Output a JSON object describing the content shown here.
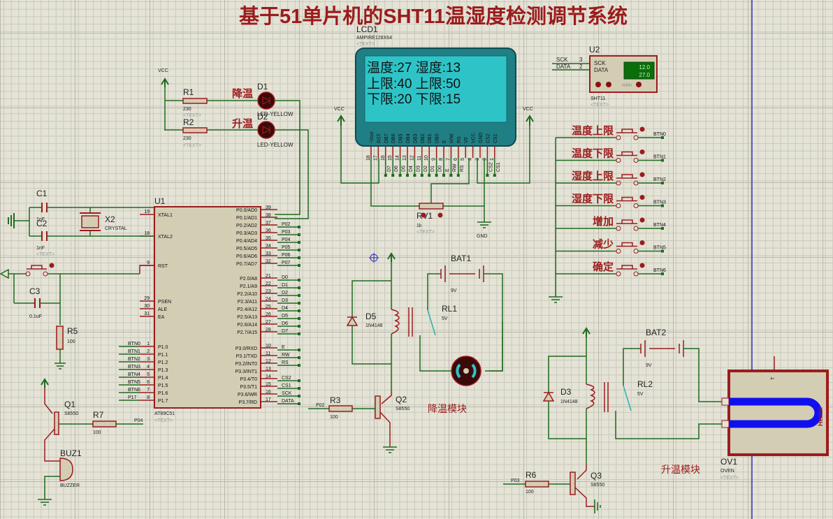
{
  "title": "基于51单片机的SHT11温湿度检测调节系统",
  "colors": {
    "wire": "#1f6b1f",
    "component": "#9b1c1c",
    "body_fill": "#d3cdb4",
    "lcd_bezel": "#1f7f84",
    "lcd_screen": "#2ec4c7",
    "heater": "#1010ee",
    "label_red": "#9b1c1c",
    "blue_rule": "#3030c0"
  },
  "lcd": {
    "ref": "LCD1",
    "model": "AMPIRE128X64",
    "text_placeholder": "<TEXT>",
    "lines": [
      "温度:27 湿度:13",
      "上限:40 上限:50",
      "下限:20 下限:15"
    ],
    "pins": [
      "-Vout",
      "RST",
      "DB7",
      "DB6",
      "DB5",
      "DB4",
      "DB3",
      "DB2",
      "DB1",
      "DB0",
      "E",
      "R/W",
      "RS",
      "V0",
      "VCC",
      "GND",
      "CS2",
      "CS1"
    ],
    "pin_numbers": [
      "18",
      "17",
      "16",
      "15",
      "14",
      "13",
      "12",
      "11",
      "10",
      "9",
      "8",
      "7",
      "6",
      "5",
      "4",
      "3",
      "2",
      "1"
    ],
    "net_labels": [
      "",
      "",
      "D7",
      "D6",
      "D5",
      "D4",
      "D3",
      "D2",
      "D1",
      "D0",
      "E",
      "RW",
      "RS",
      "",
      "",
      "",
      "CS2",
      "CS1"
    ]
  },
  "sensor": {
    "ref": "U2",
    "model": "SHT11",
    "text_placeholder": "<TEXT>",
    "pins": [
      {
        "net": "SCK",
        "num": "3",
        "name": "SCK"
      },
      {
        "net": "DATA",
        "num": "2",
        "name": "DATA"
      }
    ],
    "readout_rh": "12.0",
    "readout_temp": "27.0",
    "unit_label": "%RH"
  },
  "mcu": {
    "ref": "U1",
    "model": "AT89C51",
    "text_placeholder": "<TEXT>",
    "left_pins": [
      {
        "num": "19",
        "name": "XTAL1",
        "net": ""
      },
      {
        "num": "18",
        "name": "XTAL2",
        "net": ""
      },
      {
        "num": "9",
        "name": "RST",
        "net": ""
      },
      {
        "num": "29",
        "name": "PSEN",
        "net": ""
      },
      {
        "num": "30",
        "name": "ALE",
        "net": ""
      },
      {
        "num": "31",
        "name": "EA",
        "net": ""
      },
      {
        "num": "1",
        "name": "P1.0",
        "net": "BTN0"
      },
      {
        "num": "2",
        "name": "P1.1",
        "net": "BTN1"
      },
      {
        "num": "3",
        "name": "P1.2",
        "net": "BTN2"
      },
      {
        "num": "4",
        "name": "P1.3",
        "net": "BTN3"
      },
      {
        "num": "5",
        "name": "P1.4",
        "net": "BTN4"
      },
      {
        "num": "6",
        "name": "P1.5",
        "net": "BTN5"
      },
      {
        "num": "7",
        "name": "P1.6",
        "net": "BTN6"
      },
      {
        "num": "8",
        "name": "P1.7",
        "net": "P17"
      }
    ],
    "right_pins": [
      {
        "num": "39",
        "name": "P0.0/AD0",
        "net": ""
      },
      {
        "num": "38",
        "name": "P0.1/AD1",
        "net": ""
      },
      {
        "num": "37",
        "name": "P0.2/AD2",
        "net": "P02"
      },
      {
        "num": "36",
        "name": "P0.3/AD3",
        "net": "P03"
      },
      {
        "num": "35",
        "name": "P0.4/AD4",
        "net": "P04"
      },
      {
        "num": "34",
        "name": "P0.5/AD5",
        "net": "P05"
      },
      {
        "num": "33",
        "name": "P0.6/AD6",
        "net": "P06"
      },
      {
        "num": "32",
        "name": "P0.7/AD7",
        "net": "P07"
      },
      {
        "num": "21",
        "name": "P2.0/A8",
        "net": "D0"
      },
      {
        "num": "22",
        "name": "P2.1/A9",
        "net": "D1"
      },
      {
        "num": "23",
        "name": "P2.2/A10",
        "net": "D2"
      },
      {
        "num": "24",
        "name": "P2.3/A11",
        "net": "D3"
      },
      {
        "num": "25",
        "name": "P2.4/A12",
        "net": "D4"
      },
      {
        "num": "26",
        "name": "P2.5/A13",
        "net": "D5"
      },
      {
        "num": "27",
        "name": "P2.6/A14",
        "net": "D6"
      },
      {
        "num": "28",
        "name": "P2.7/A15",
        "net": "D7"
      },
      {
        "num": "10",
        "name": "P3.0/RXD",
        "net": "E"
      },
      {
        "num": "11",
        "name": "P3.1/TXD",
        "net": "RW"
      },
      {
        "num": "12",
        "name": "P3.2/INT0",
        "net": "RS"
      },
      {
        "num": "13",
        "name": "P3.3/INT1",
        "net": ""
      },
      {
        "num": "14",
        "name": "P3.4/T0",
        "net": "CS2"
      },
      {
        "num": "15",
        "name": "P3.5/T1",
        "net": "CS1"
      },
      {
        "num": "16",
        "name": "P3.6/WR",
        "net": "SCK"
      },
      {
        "num": "17",
        "name": "P3.7/RD",
        "net": "DATA"
      }
    ]
  },
  "leds": [
    {
      "ref": "D1",
      "model": "LED-YELLOW",
      "label": "降温",
      "resistor": {
        "ref": "R1",
        "value": "230"
      }
    },
    {
      "ref": "D2",
      "model": "LED-YELLOW",
      "label": "升温",
      "resistor": {
        "ref": "R2",
        "value": "230"
      }
    }
  ],
  "power_labels": {
    "vcc": "VCC",
    "gnd": "GND"
  },
  "text_placeholder": "<TEXT>",
  "crystal": {
    "ref": "X2",
    "model": "CRYSTAL"
  },
  "capacitors": [
    {
      "ref": "C1",
      "value": "1nF"
    },
    {
      "ref": "C2",
      "value": "1nF"
    },
    {
      "ref": "C3",
      "value": "0.1uF"
    }
  ],
  "reset_resistor": {
    "ref": "R5",
    "value": "100"
  },
  "buzzer": {
    "ref": "BUZ1",
    "model": "BUZZER",
    "transistor": {
      "ref": "Q1",
      "model": "S8550"
    },
    "resistor": {
      "ref": "R7",
      "value": "100"
    },
    "net": "P04"
  },
  "pot": {
    "ref": "RV1",
    "value": "1k"
  },
  "buttons": [
    {
      "label": "温度上限",
      "net": "BTN0"
    },
    {
      "label": "温度下限",
      "net": "BTN1"
    },
    {
      "label": "湿度上限",
      "net": "BTN2"
    },
    {
      "label": "湿度下限",
      "net": "BTN3"
    },
    {
      "label": "增加",
      "net": "BTN4"
    },
    {
      "label": "减少",
      "net": "BTN5"
    },
    {
      "label": "确定",
      "net": "BTN6"
    }
  ],
  "cooling": {
    "title": "降温模块",
    "diode": {
      "ref": "D5",
      "model": "1N4148"
    },
    "relay": {
      "ref": "RL1",
      "value": "5V"
    },
    "battery": {
      "ref": "BAT1",
      "value": "9V"
    },
    "transistor": {
      "ref": "Q2",
      "model": "S8550"
    },
    "resistor": {
      "ref": "R3",
      "value": "100"
    },
    "net": "P02"
  },
  "heating": {
    "title": "升温模块",
    "diode": {
      "ref": "D3",
      "model": "1N4148"
    },
    "relay": {
      "ref": "RL2",
      "value": "5V"
    },
    "battery": {
      "ref": "BAT2",
      "value": "9V"
    },
    "transistor": {
      "ref": "Q3",
      "model": "S8550"
    },
    "resistor": {
      "ref": "R6",
      "value": "100"
    },
    "net": "P03",
    "oven": {
      "ref": "OV1",
      "model": "OVEN",
      "element_label": "Heater",
      "terminal": "T"
    }
  }
}
